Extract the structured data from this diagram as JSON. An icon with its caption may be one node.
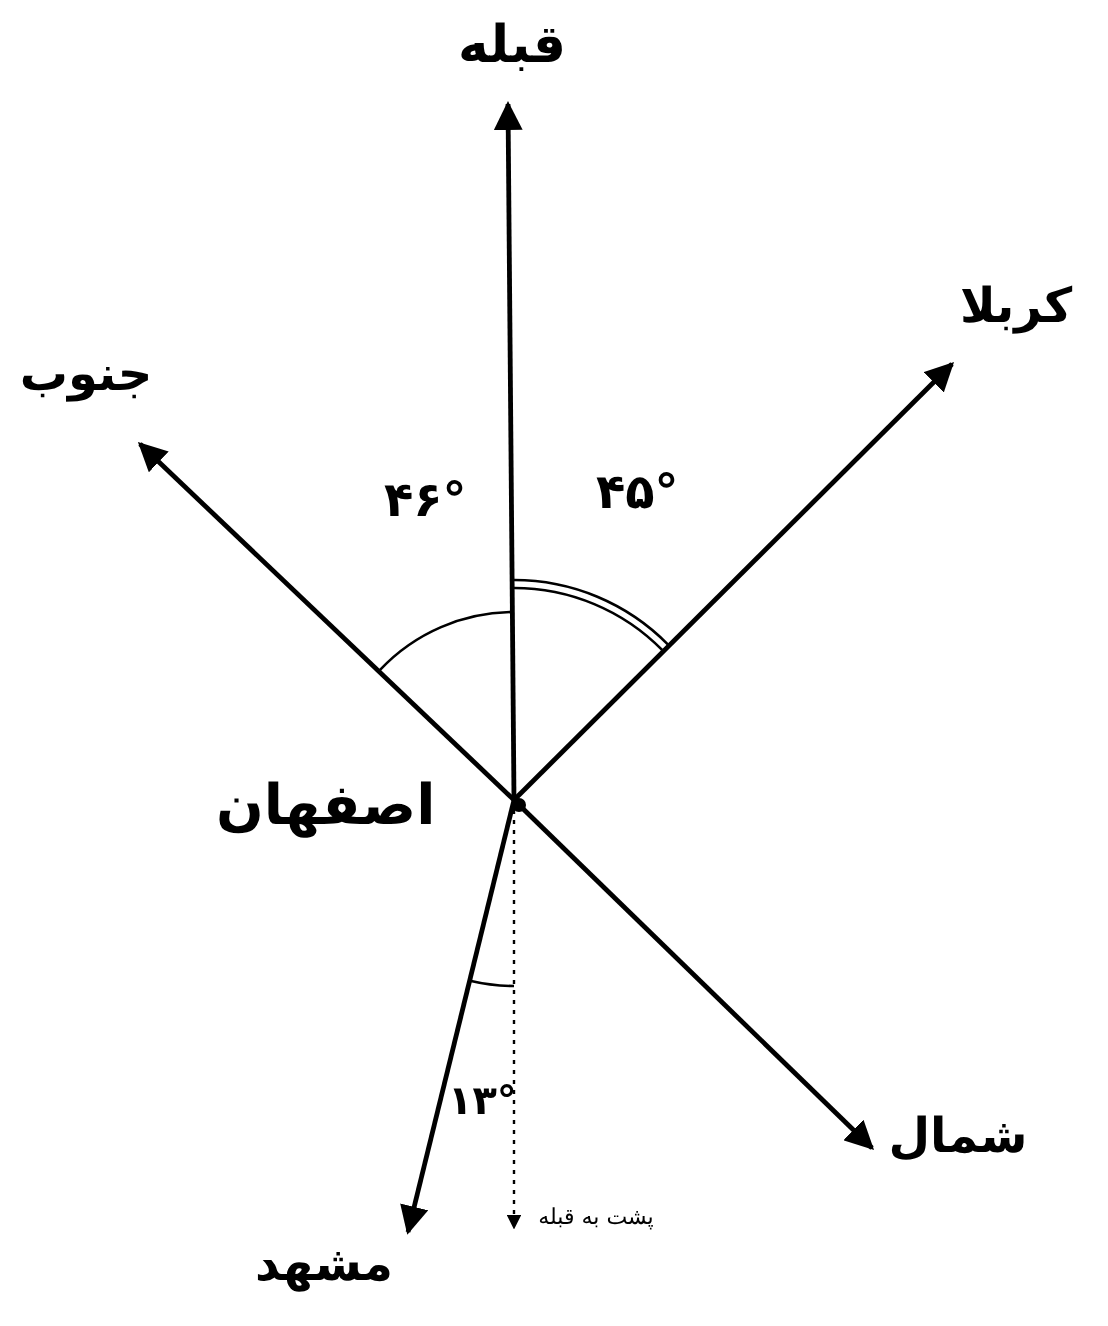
{
  "diagram": {
    "nodes": [
      {
        "text": [
          "قبله"
        ]
      },
      {
        "text": [
          "کربلا"
        ]
      },
      {
        "text": [
          "جنوب"
        ]
      },
      {
        "text": [
          "اصفهان"
        ]
      },
      {
        "text": [
          "شمال"
        ]
      },
      {
        "text": [
          "مشهد"
        ]
      },
      {
        "text": [
          "پشت به قبله"
        ]
      }
    ],
    "edges": [
      {
        "from": 3,
        "to": 0,
        "arrow": "to"
      },
      {
        "from": 3,
        "to": 1,
        "arrow": "to"
      },
      {
        "from": 3,
        "to": 2,
        "arrow": "to"
      },
      {
        "from": 3,
        "to": 4,
        "arrow": "to"
      },
      {
        "from": 3,
        "to": 5,
        "arrow": "to"
      },
      {
        "from": 3,
        "to": 6,
        "arrow": "to",
        "style": "dashed"
      }
    ],
    "labels": [
      "۴۶°",
      "۴۵°",
      "۱۳°"
    ]
  }
}
